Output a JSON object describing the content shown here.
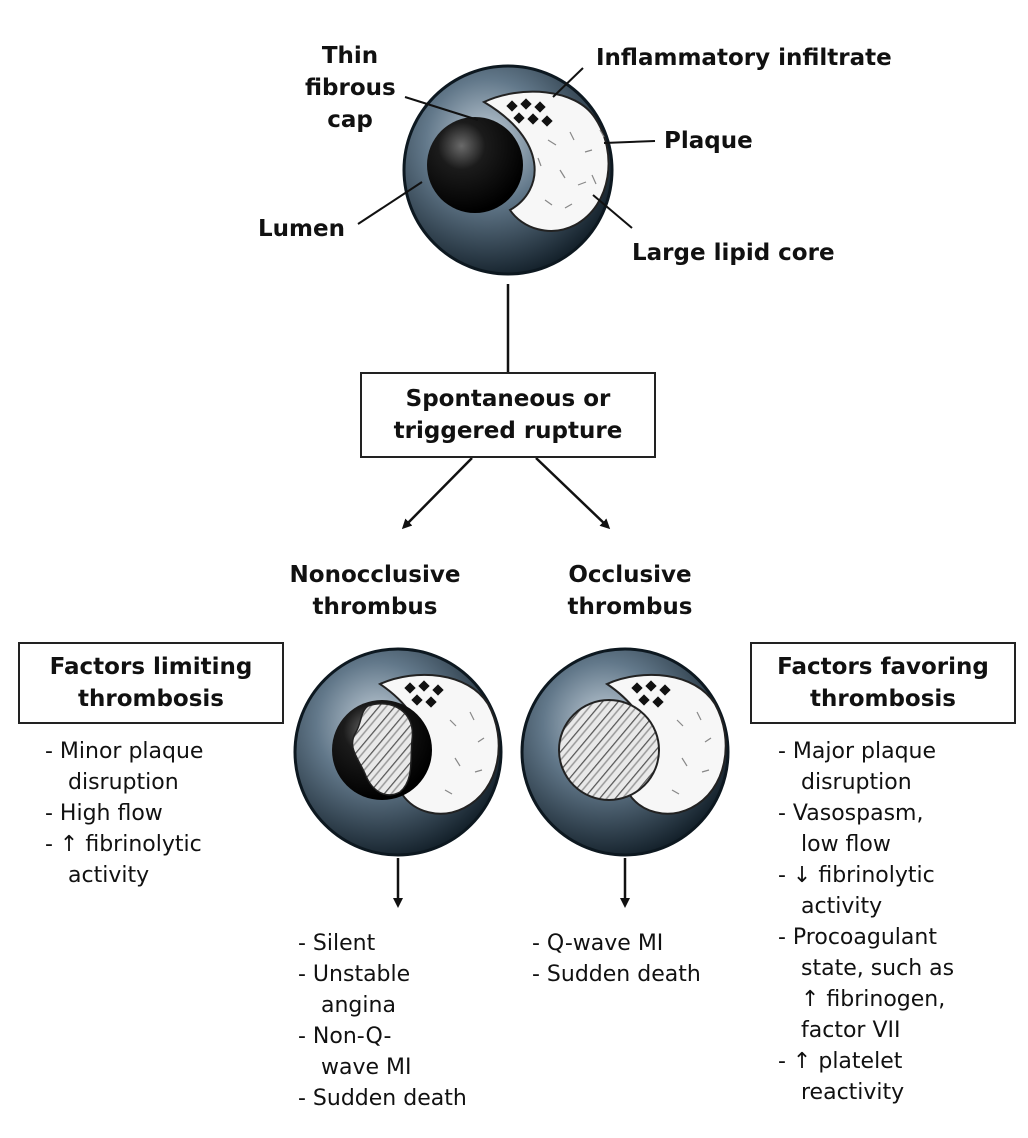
{
  "top_labels": {
    "thin_fibrous_cap": [
      "Thin",
      "fibrous",
      "cap"
    ],
    "inflammatory_infiltrate": "Inflammatory infiltrate",
    "plaque": "Plaque",
    "lumen": "Lumen",
    "large_lipid_core": "Large lipid core"
  },
  "rupture_box": [
    "Spontaneous or",
    "triggered rupture"
  ],
  "nonocclusive_title": [
    "Nonocclusive",
    "thrombus"
  ],
  "occlusive_title": [
    "Occlusive",
    "thrombus"
  ],
  "limiting_box": [
    "Factors limiting",
    "thrombosis"
  ],
  "favoring_box": [
    "Factors favoring",
    "thrombosis"
  ],
  "limiting_factors": [
    [
      "- Minor plaque",
      "disruption"
    ],
    [
      "- High flow"
    ],
    [
      "- ↑ fibrinolytic",
      "activity"
    ]
  ],
  "favoring_factors": [
    [
      "- Major plaque",
      "disruption"
    ],
    [
      "- Vasospasm,",
      "low flow"
    ],
    [
      "- ↓ fibrinolytic",
      "activity"
    ],
    [
      "- Procoagulant",
      "state, such as",
      "↑ fibrinogen,",
      "factor VII"
    ],
    [
      "- ↑ platelet",
      "reactivity"
    ]
  ],
  "nonocclusive_outcomes": [
    [
      "- Silent"
    ],
    [
      "- Unstable",
      "angina"
    ],
    [
      "- Non-Q-",
      "wave MI"
    ],
    [
      "- Sudden death"
    ]
  ],
  "occlusive_outcomes": [
    [
      "- Q-wave MI"
    ],
    [
      "- Sudden death"
    ]
  ],
  "colors": {
    "vessel_dark": "#1d2b36",
    "vessel_mid": "#4d6274",
    "vessel_light": "#b9c6d1",
    "lumen": "#0d0d0d",
    "plaque": "#f7f7f7"
  }
}
